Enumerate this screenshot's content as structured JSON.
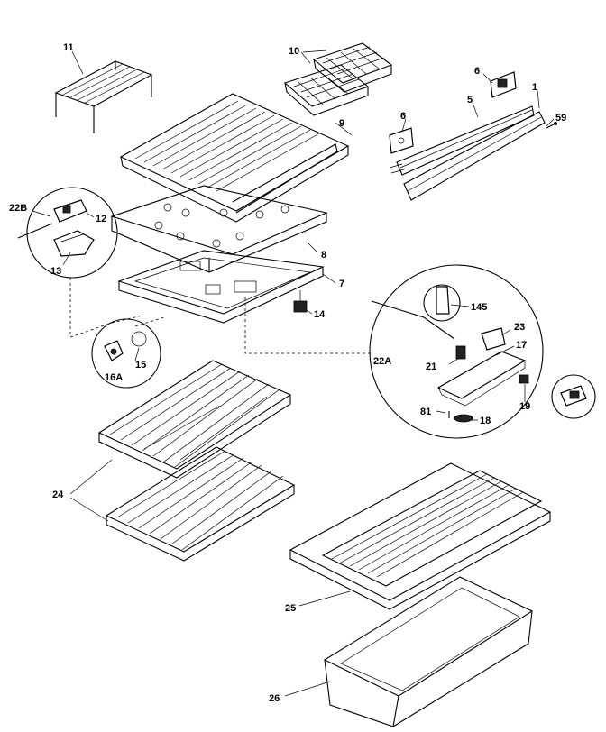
{
  "labels": {
    "l11": "11",
    "l10": "10",
    "l6a": "6",
    "l6b": "6",
    "l1": "1",
    "l5": "5",
    "l59": "59",
    "l9": "9",
    "l22b": "22B",
    "l12": "12",
    "l13": "13",
    "l8": "8",
    "l7": "7",
    "l14": "14",
    "l145": "145",
    "l23": "23",
    "l17": "17",
    "l22a": "22A",
    "l21": "21",
    "l15": "15",
    "l16a": "16A",
    "l19": "19",
    "l81": "81",
    "l18": "18",
    "l24": "24",
    "l25": "25",
    "l26": "26"
  }
}
